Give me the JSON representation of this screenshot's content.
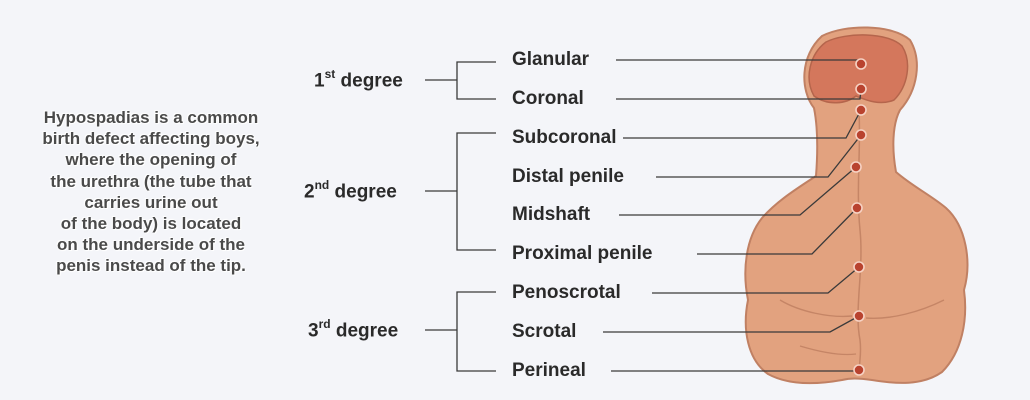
{
  "description": {
    "lines": [
      "Hypospadias is a common",
      "birth defect affecting boys,",
      "where the opening of",
      "the urethra (the tube that",
      "carries urine out",
      "of the body) is located",
      "on the underside of the",
      "penis instead of the tip."
    ]
  },
  "degrees": [
    {
      "num": "1",
      "sup": "st",
      "word": "degree"
    },
    {
      "num": "2",
      "sup": "nd",
      "word": "degree"
    },
    {
      "num": "3",
      "sup": "rd",
      "word": "degree"
    }
  ],
  "locations": [
    {
      "label": "Glanular"
    },
    {
      "label": "Coronal"
    },
    {
      "label": "Subcoronal"
    },
    {
      "label": "Distal penile"
    },
    {
      "label": "Midshaft"
    },
    {
      "label": "Proximal penile"
    },
    {
      "label": "Penoscrotal"
    },
    {
      "label": "Scrotal"
    },
    {
      "label": "Perineal"
    }
  ],
  "colors": {
    "background": "#f4f5f9",
    "skin": "#e2a27f",
    "skin_outline": "#c08063",
    "glans": "#d4775c",
    "dot": "#b9432f",
    "line": "#3a3a3a"
  }
}
